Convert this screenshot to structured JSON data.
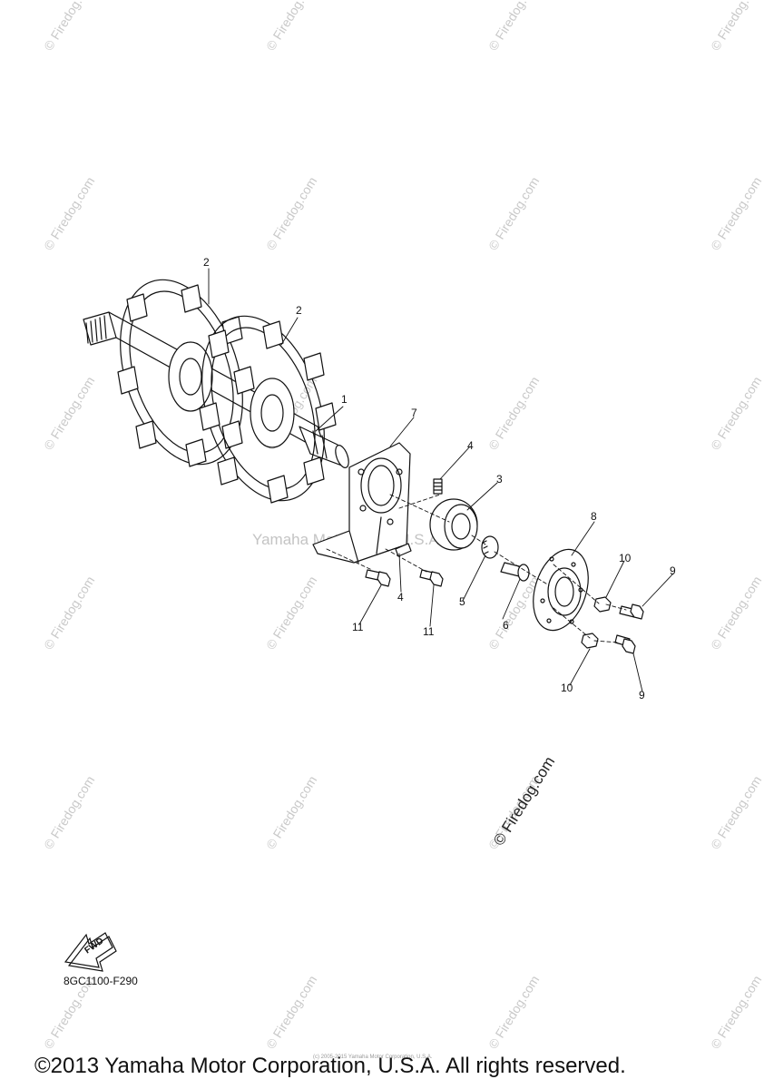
{
  "watermarks": {
    "repeat_text": "© Firedog.com",
    "feature_text": "© Firedog.com",
    "center_text": "Yamaha Motor Corp.,U.S.A."
  },
  "callouts": {
    "c1": "1",
    "c2a": "2",
    "c2b": "2",
    "c3": "3",
    "c4a": "4",
    "c4b": "4",
    "c5": "5",
    "c6": "6",
    "c7": "7",
    "c8": "8",
    "c9a": "9",
    "c9b": "9",
    "c10a": "10",
    "c10b": "10",
    "c11a": "11",
    "c11b": "11"
  },
  "fwd_label": "FWD",
  "figure_code": "8GC1100-F290",
  "tiny_copyright": "(c) 2005-2015 Yamaha Motor Corporation, U.S.A.",
  "copyright": "©2013 Yamaha Motor Corporation, U.S.A. All rights reserved."
}
